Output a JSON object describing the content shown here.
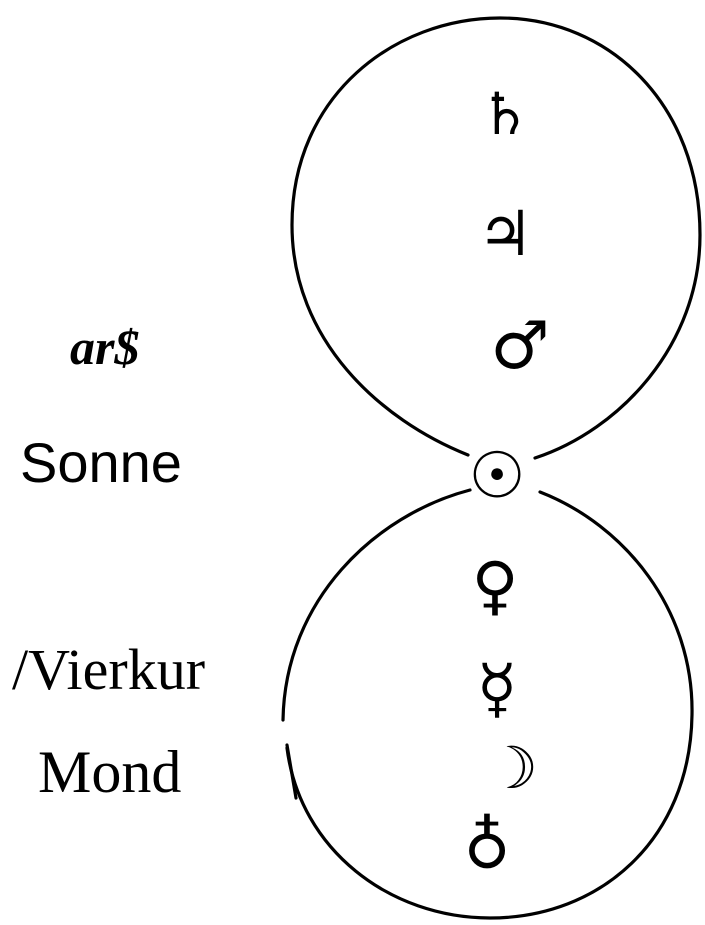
{
  "labels": {
    "ars": "ar$",
    "sonne": "Sonne",
    "vierkur": "/Vierkur",
    "mond": "Mond"
  },
  "symbols": [
    {
      "name": "saturn",
      "glyph": "♄"
    },
    {
      "name": "jupiter",
      "glyph": "♃"
    },
    {
      "name": "mars",
      "glyph": "♂"
    },
    {
      "name": "sun",
      "glyph": "☉"
    },
    {
      "name": "venus",
      "glyph": "♀"
    },
    {
      "name": "mercury",
      "glyph": "☿"
    },
    {
      "name": "moon",
      "glyph": "☽"
    },
    {
      "name": "earth",
      "glyph": "♁"
    }
  ],
  "colors": {
    "ink": "#000000",
    "background": "#ffffff"
  }
}
